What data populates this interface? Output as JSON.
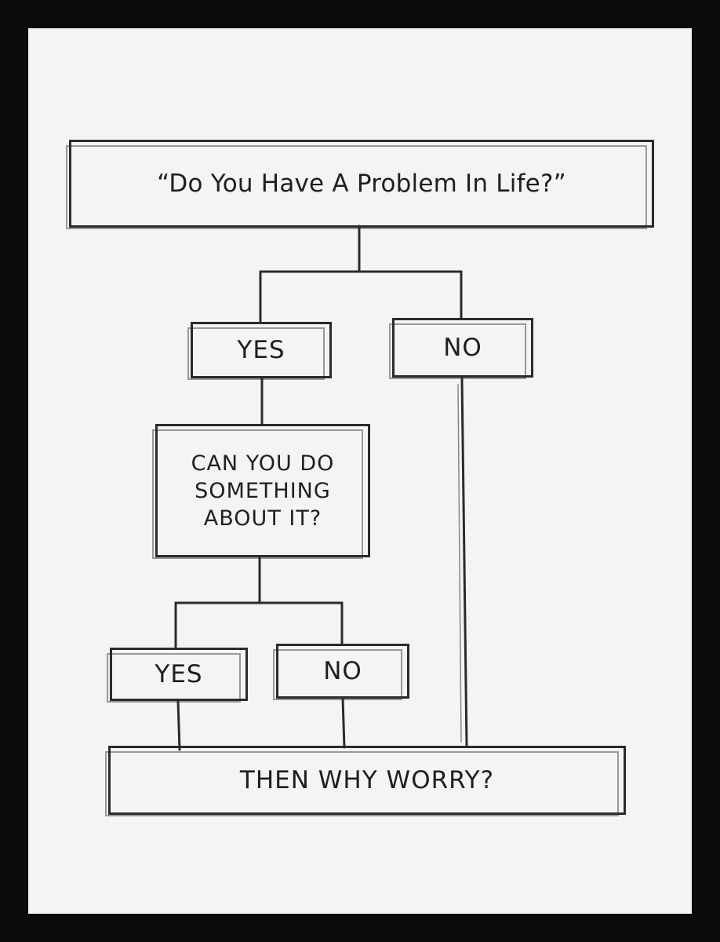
{
  "flowchart": {
    "question": "“Do You Have A Problem In Life?”",
    "yes_1": "YES",
    "no_1": "NO",
    "follow_up": [
      "CAN YOU DO",
      "SOMETHING",
      "ABOUT IT?"
    ],
    "yes_2": "YES",
    "no_2": "NO",
    "conclusion": "THEN WHY WORRY?"
  },
  "colors": {
    "ink": "#2b2b2b",
    "paper": "#f4f4f3",
    "frame": "#0b0b0b"
  }
}
